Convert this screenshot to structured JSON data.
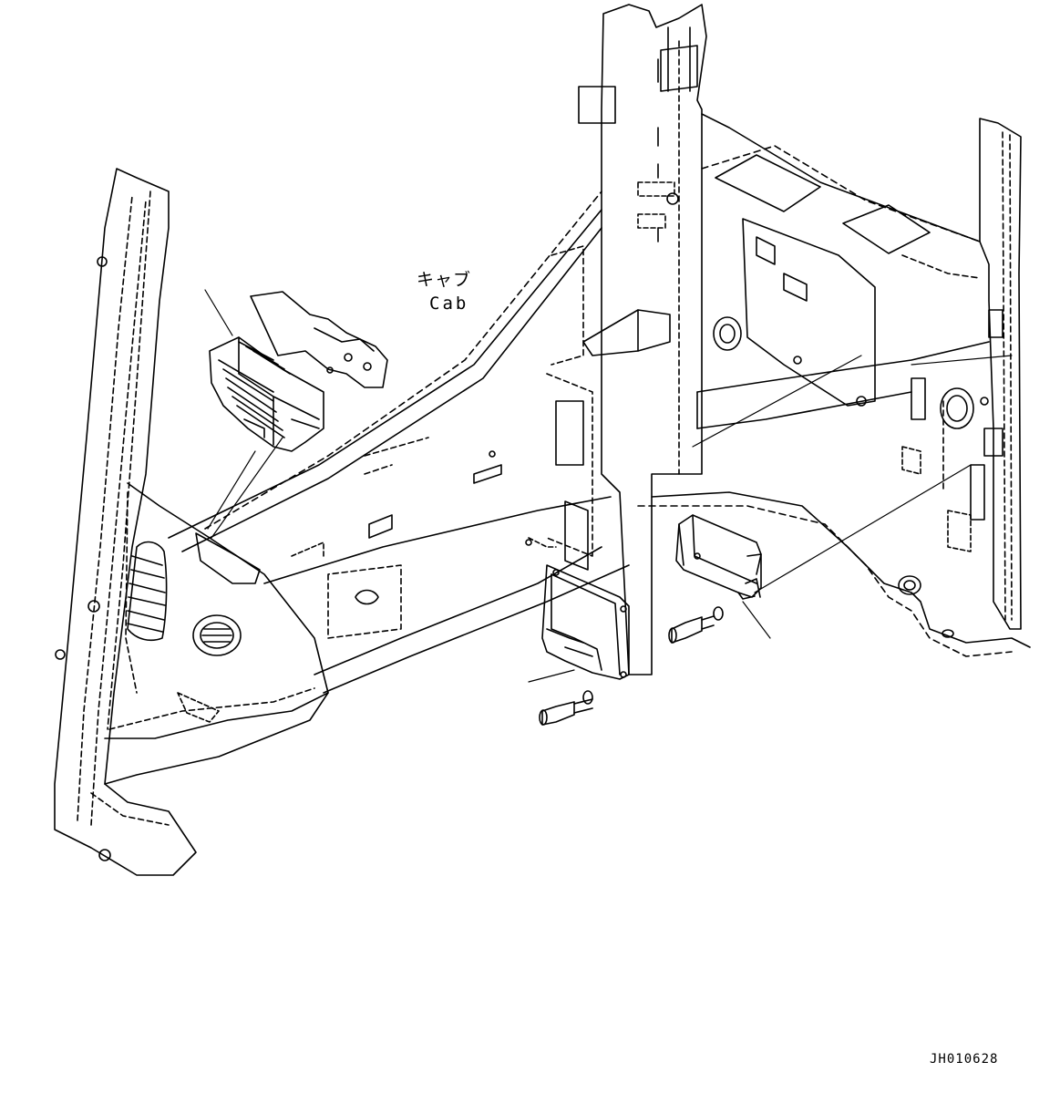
{
  "cab_label": {
    "jp": "キャブ",
    "en": "Cab"
  },
  "drawing_number": "JH010628"
}
